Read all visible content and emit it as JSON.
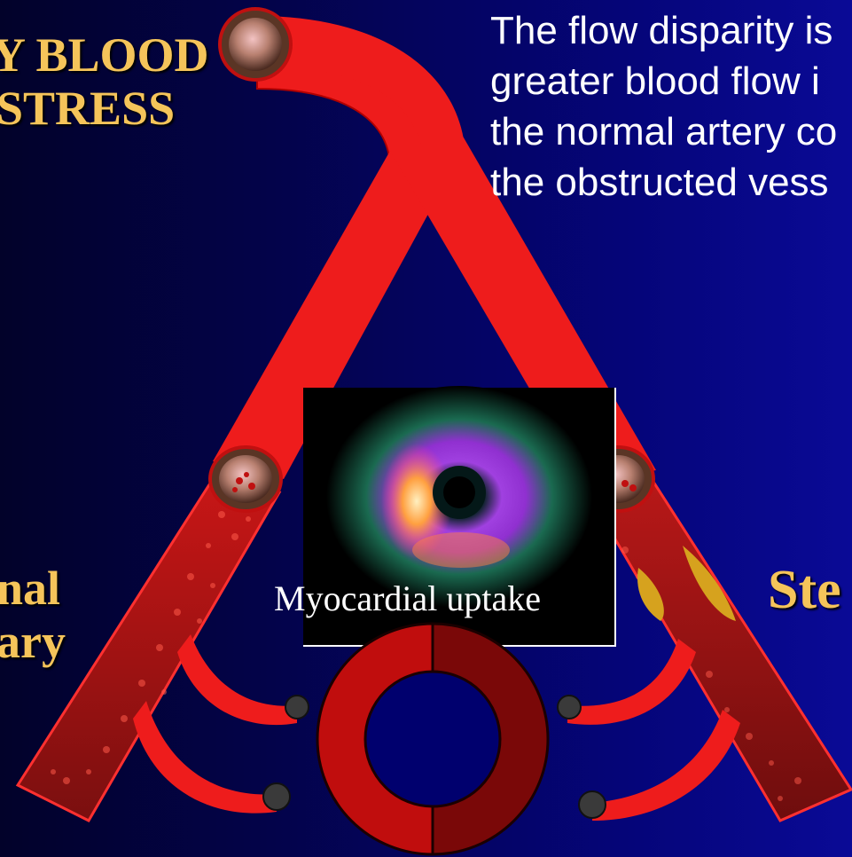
{
  "slide": {
    "title_line1": "Y BLOOD",
    "title_line2": "STRESS",
    "description_lines": [
      "The flow disparity is",
      "greater blood flow i",
      "the normal artery co",
      "the obstructed vess"
    ],
    "left_label_line1": "nal",
    "left_label_line2": "ary",
    "right_label": "Ste",
    "scan_caption": "Myocardial uptake"
  },
  "colors": {
    "background": "#03034a",
    "artery": "#ee1c1c",
    "artery_dark": "#8a1010",
    "label_gold": "#f5c45a",
    "plaque_yellow": "#d6a21e"
  }
}
